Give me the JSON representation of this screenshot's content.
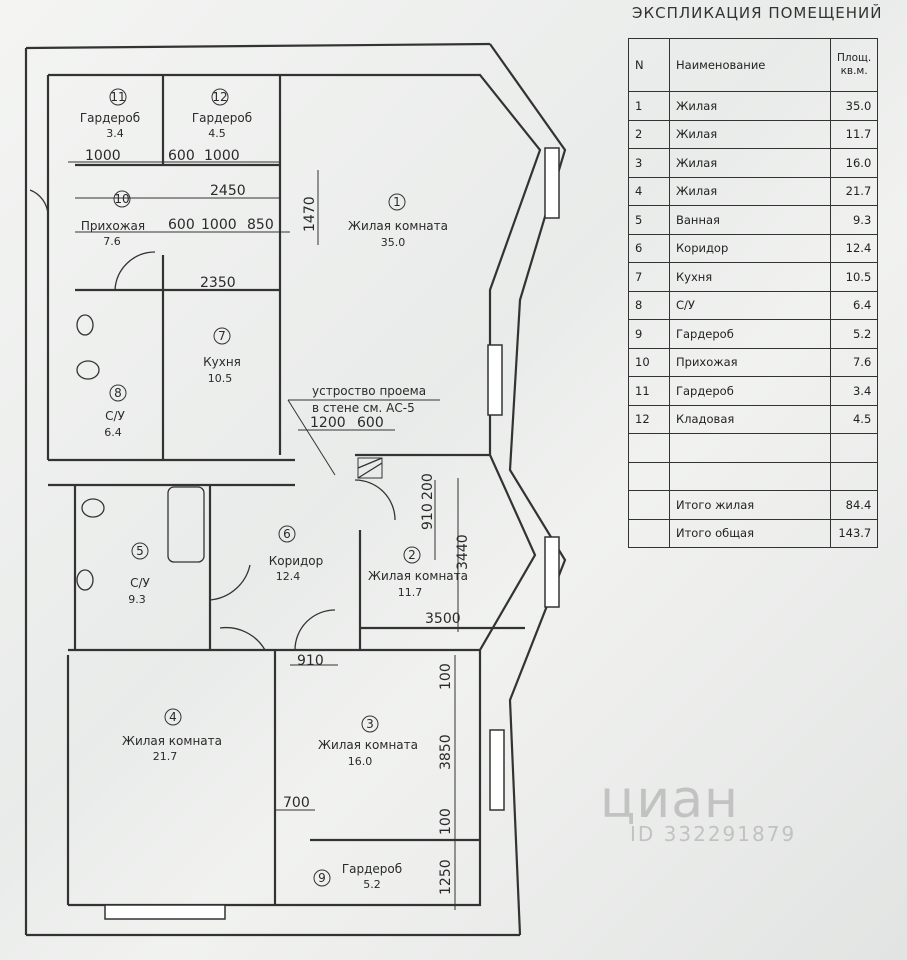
{
  "explication": {
    "title": "ЭКСПЛИКАЦИЯ ПОМЕЩЕНИЙ",
    "headers": {
      "n": "N",
      "name": "Наименование",
      "area": "Площ. кв.м."
    },
    "rows": [
      {
        "n": "1",
        "name": "Жилая",
        "area": "35.0"
      },
      {
        "n": "2",
        "name": "Жилая",
        "area": "11.7"
      },
      {
        "n": "3",
        "name": "Жилая",
        "area": "16.0"
      },
      {
        "n": "4",
        "name": "Жилая",
        "area": "21.7"
      },
      {
        "n": "5",
        "name": "Ванная",
        "area": "9.3"
      },
      {
        "n": "6",
        "name": "Коридор",
        "area": "12.4"
      },
      {
        "n": "7",
        "name": "Кухня",
        "area": "10.5"
      },
      {
        "n": "8",
        "name": "С/У",
        "area": "6.4"
      },
      {
        "n": "9",
        "name": "Гардероб",
        "area": "5.2"
      },
      {
        "n": "10",
        "name": "Прихожая",
        "area": "7.6"
      },
      {
        "n": "11",
        "name": "Гардероб",
        "area": "3.4"
      },
      {
        "n": "12",
        "name": "Кладовая",
        "area": "4.5"
      },
      {
        "n": "",
        "name": "",
        "area": ""
      },
      {
        "n": "",
        "name": "",
        "area": ""
      },
      {
        "n": "",
        "name": "Итого жилая",
        "area": "84.4"
      },
      {
        "n": "",
        "name": "Итого общая",
        "area": "143.7"
      }
    ]
  },
  "rooms": {
    "r1": {
      "num": "1",
      "name": "Жилая комната",
      "area": "35.0"
    },
    "r2": {
      "num": "2",
      "name": "Жилая комната",
      "area": "11.7"
    },
    "r3": {
      "num": "3",
      "name": "Жилая комната",
      "area": "16.0"
    },
    "r4": {
      "num": "4",
      "name": "Жилая комната",
      "area": "21.7"
    },
    "r5": {
      "num": "5",
      "name": "С/У",
      "area": "9.3"
    },
    "r6": {
      "num": "6",
      "name": "Коридор",
      "area": "12.4"
    },
    "r7": {
      "num": "7",
      "name": "Кухня",
      "area": "10.5"
    },
    "r8": {
      "num": "8",
      "name": "С/У",
      "area": "6.4"
    },
    "r9": {
      "num": "9",
      "name": "Гардероб",
      "area": "5.2"
    },
    "r10": {
      "num": "10",
      "name": "Прихожая",
      "area": "7.6"
    },
    "r11": {
      "num": "11",
      "name": "Гардероб",
      "area": "3.4"
    },
    "r12": {
      "num": "12",
      "name": "Гардероб",
      "area": "4.5"
    }
  },
  "dimensions": {
    "d1000a": "1000",
    "d600a": "600",
    "d1000b": "1000",
    "d2450": "2450",
    "d1470": "1470",
    "d600b": "600",
    "d1000c": "1000",
    "d850": "850",
    "d2350": "2350",
    "d1200": "1200",
    "d600c": "600",
    "d910a": "910",
    "d200": "200",
    "d3440": "3440",
    "d3500": "3500",
    "d910b": "910",
    "d100a": "100",
    "d3850": "3850",
    "d100b": "100",
    "d700": "700",
    "d1250": "1250"
  },
  "note": {
    "line1": "устроство проема",
    "line2": "в стене см. АС-5"
  },
  "watermark": {
    "logo": "циан",
    "id": "ID 332291879"
  }
}
